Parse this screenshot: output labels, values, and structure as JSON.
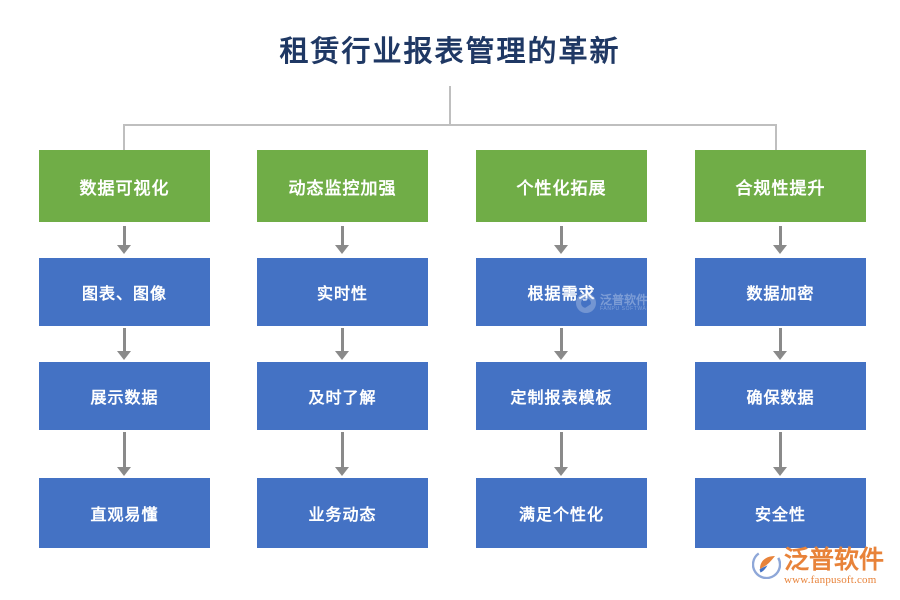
{
  "title": "租赁行业报表管理的革新",
  "colors": {
    "title": "#1f3864",
    "green": "#70ad47",
    "blue": "#4472c4",
    "connector": "#bfbfbf",
    "arrow": "#8a8a8a",
    "logo": "#e8833a",
    "background": "#ffffff"
  },
  "columns": [
    {
      "header": "数据可视化",
      "steps": [
        "图表、图像",
        "展示数据",
        "直观易懂"
      ]
    },
    {
      "header": "动态监控加强",
      "steps": [
        "实时性",
        "及时了解",
        "业务动态"
      ]
    },
    {
      "header": "个性化拓展",
      "steps": [
        "根据需求",
        "定制报表模板",
        "满足个性化"
      ]
    },
    {
      "header": "合规性提升",
      "steps": [
        "数据加密",
        "确保数据",
        "安全性"
      ]
    }
  ],
  "watermark": {
    "name_cn": "泛普软件",
    "name_en": "FANPU SOFTWARE"
  },
  "logo": {
    "name_cn": "泛普软件",
    "url": "www.fanpusoft.com"
  }
}
